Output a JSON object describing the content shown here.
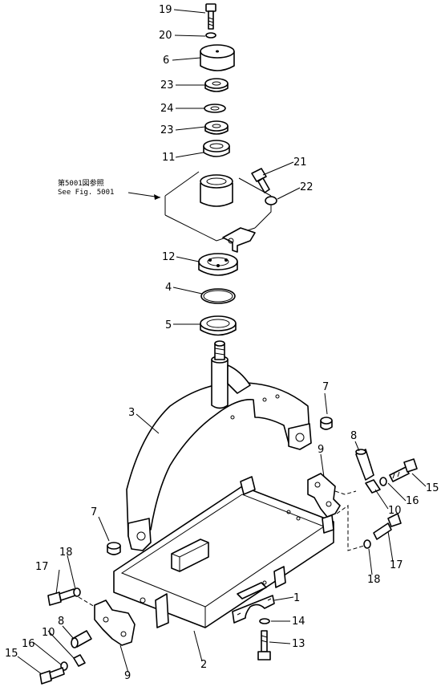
{
  "reference_note": {
    "line1": "第5001図参照",
    "line2": "See Fig. 5001"
  },
  "callouts": [
    "19",
    "20",
    "6",
    "23",
    "24",
    "23",
    "11",
    "21",
    "22",
    "12",
    "4",
    "5",
    "7",
    "3",
    "8",
    "9",
    "15",
    "16",
    "10",
    "7",
    "17",
    "18",
    "18",
    "17",
    "8",
    "10",
    "16",
    "15",
    "9",
    "1",
    "14",
    "13",
    "2"
  ]
}
